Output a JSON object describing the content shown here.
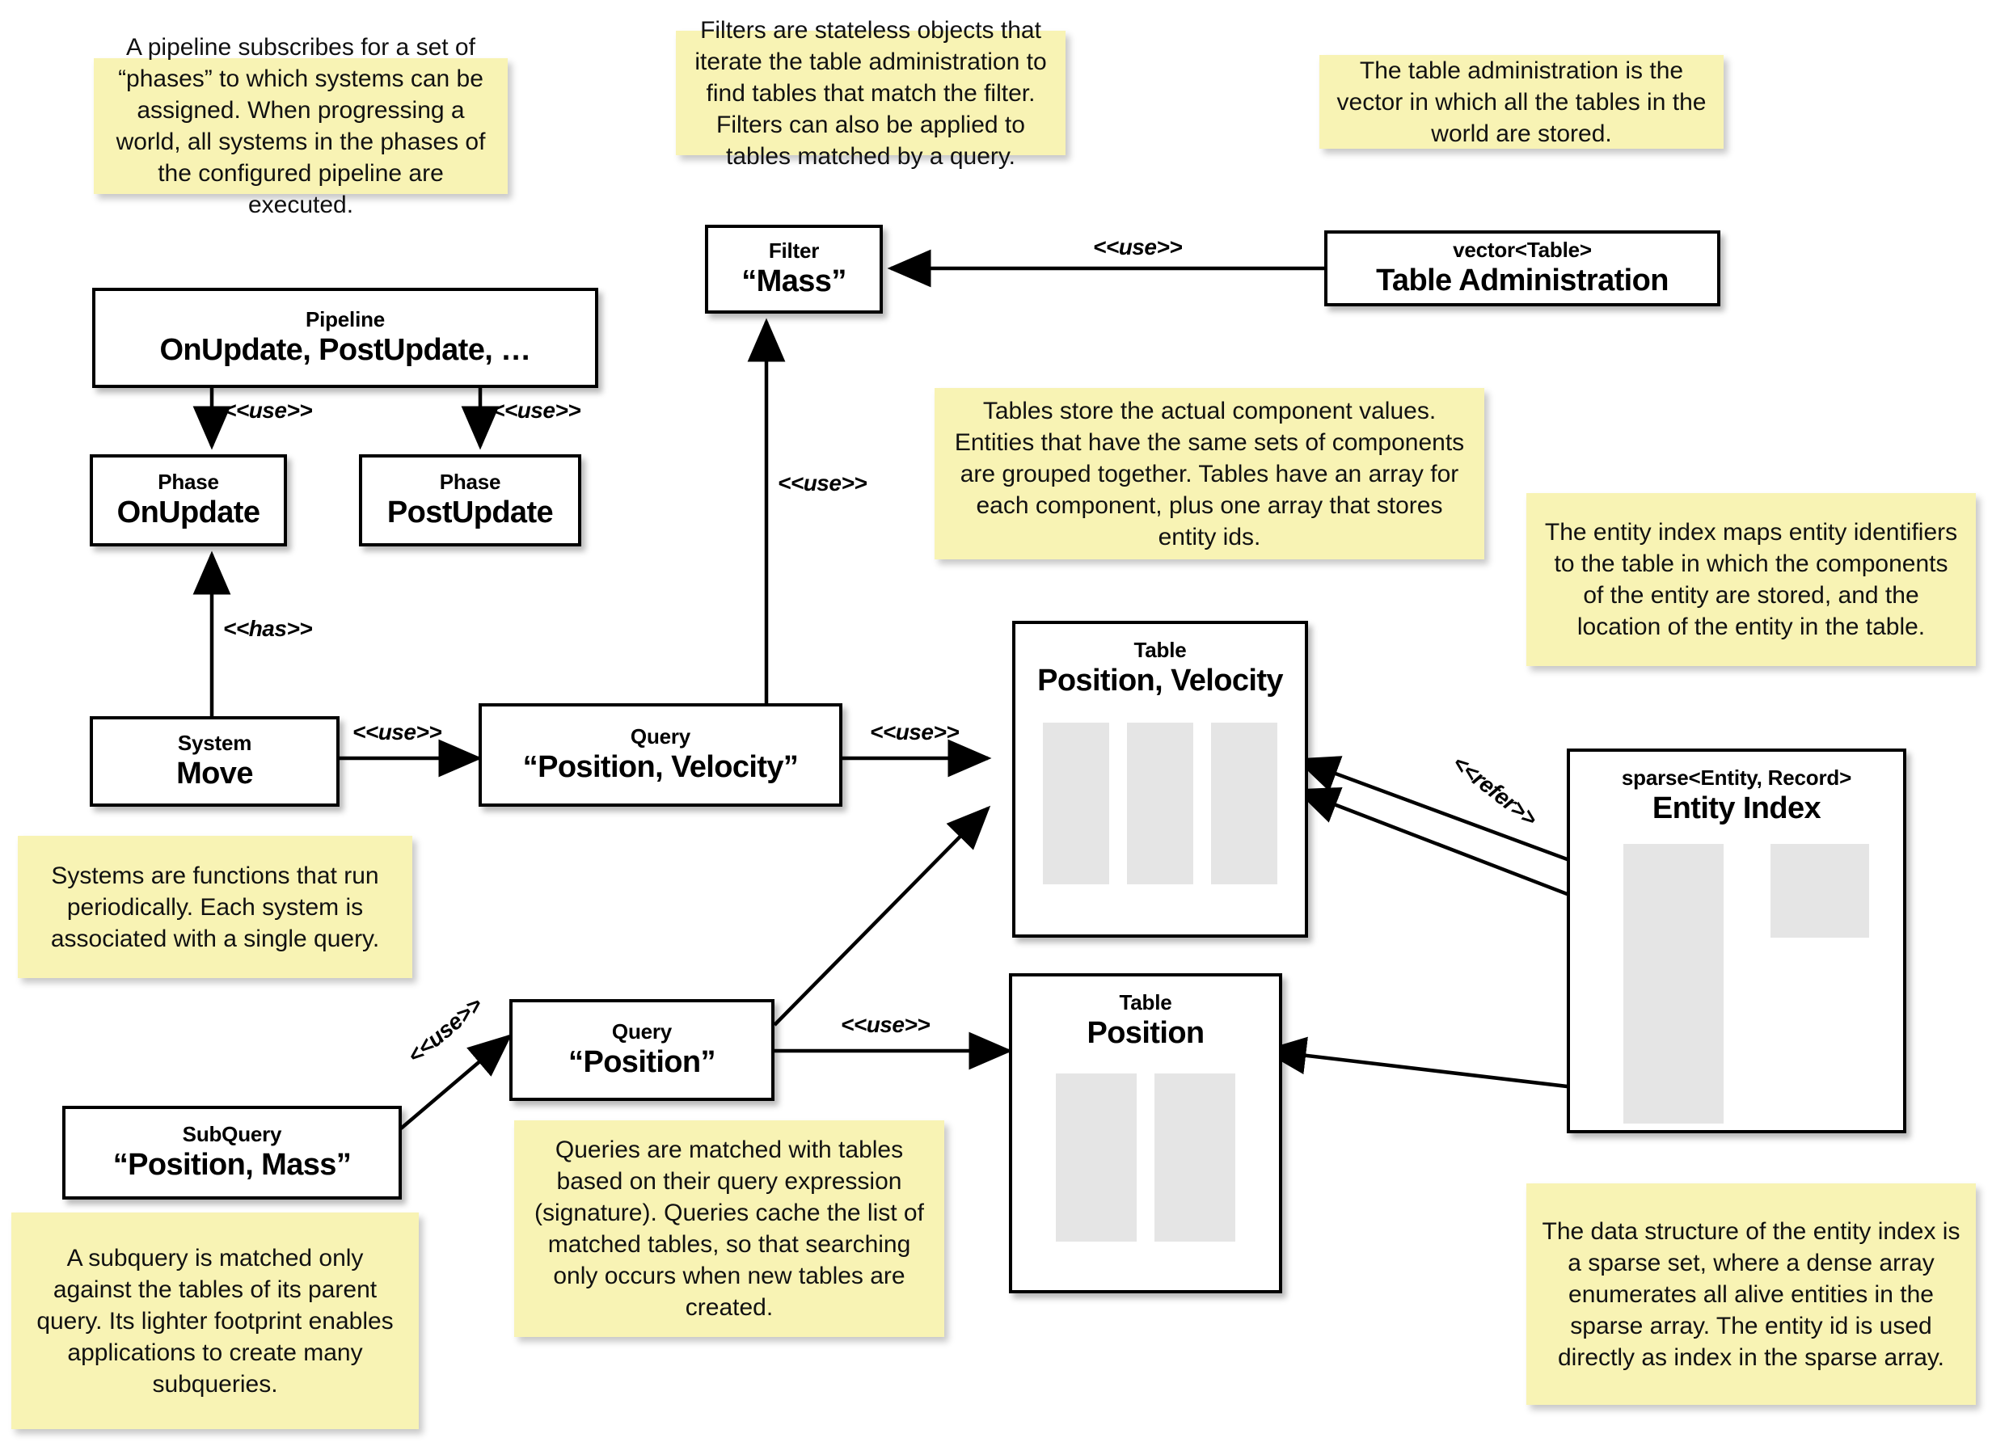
{
  "diagram": {
    "title": "ECS storage architecture diagram",
    "colors": {
      "note_bg": "#f8f3b4",
      "node_bg": "#ffffff",
      "stroke": "#000000",
      "array_fill": "#e5e5e5"
    },
    "notes": [
      {
        "id": "note-pipeline",
        "text": "A pipeline subscribes for a set of “phases” to which systems can be assigned. When progressing a world, all systems in the phases of the configured pipeline are executed."
      },
      {
        "id": "note-filter",
        "text": "Filters are stateless objects that iterate the table administration to find tables that match the filter. Filters can also be applied to tables matched by a query."
      },
      {
        "id": "note-table-admin",
        "text": "The table administration is the vector in which all the tables in the world are stored."
      },
      {
        "id": "note-tables",
        "text": "Tables store the actual component values. Entities that have the same sets of components are grouped together. Tables have an array for each component, plus one array that stores entity ids."
      },
      {
        "id": "note-entity-index",
        "text": "The entity index maps entity identifiers to the table in which the components of the entity are stored, and the location of the entity in the table."
      },
      {
        "id": "note-systems",
        "text": "Systems are functions that run periodically. Each system is associated with a single query."
      },
      {
        "id": "note-queries",
        "text": "Queries are matched with tables based on their query expression (signature). Queries cache the list of matched tables, so that searching only occurs when new tables are created."
      },
      {
        "id": "note-subquery",
        "text": "A subquery is matched only against the tables of its parent query. Its lighter footprint enables applications to create many subqueries."
      },
      {
        "id": "note-sparse-set",
        "text": "The data structure of the entity index is a sparse set, where a dense array enumerates all alive entities in the sparse array. The entity id is used directly as index in the sparse array."
      }
    ],
    "nodes": [
      {
        "id": "pipeline",
        "kind": "Pipeline",
        "name": "OnUpdate, PostUpdate, …"
      },
      {
        "id": "phase-onupdate",
        "kind": "Phase",
        "name": "OnUpdate"
      },
      {
        "id": "phase-postupdate",
        "kind": "Phase",
        "name": "PostUpdate"
      },
      {
        "id": "system-move",
        "kind": "System",
        "name": "Move"
      },
      {
        "id": "query-pv",
        "kind": "Query",
        "name": "“Position, Velocity”"
      },
      {
        "id": "query-p",
        "kind": "Query",
        "name": "“Position”"
      },
      {
        "id": "subquery-pm",
        "kind": "SubQuery",
        "name": "“Position, Mass”"
      },
      {
        "id": "filter-mass",
        "kind": "Filter",
        "name": "“Mass”"
      },
      {
        "id": "table-admin",
        "kind": "vector<Table>",
        "name": "Table Administration"
      },
      {
        "id": "table-pv",
        "kind": "Table",
        "name": "Position, Velocity"
      },
      {
        "id": "table-p",
        "kind": "Table",
        "name": "Position"
      },
      {
        "id": "entity-index",
        "kind": "sparse<Entity, Record>",
        "name": "Entity Index"
      }
    ],
    "edge_labels": {
      "pipeline_to_onupdate": "<<use>>",
      "pipeline_to_postupdate": "<<use>>",
      "system_has_phase": "<<has>>",
      "system_uses_query": "<<use>>",
      "query_pv_uses_filter": "<<use>>",
      "table_admin_uses_filter": "<<use>>",
      "query_pv_uses_table": "<<use>>",
      "query_p_uses_table": "<<use>>",
      "subquery_uses_query": "<<use>>",
      "entity_index_refer": "<<refer>>"
    },
    "table_arrays": {
      "table_pv_columns": 3,
      "table_p_columns": 2
    }
  }
}
